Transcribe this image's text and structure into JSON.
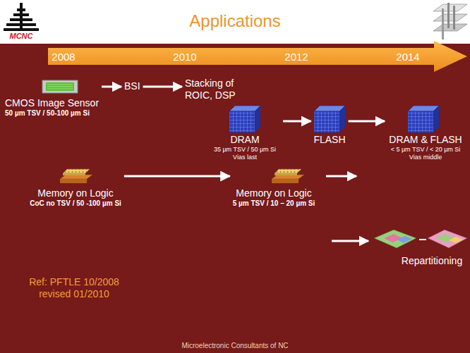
{
  "diagram": {
    "title": "Applications",
    "nodes": [
      {
        "text": [
          "CMOS Image Sensor",
          "50 µm TSV / 50-100 µm Si"
        ]
      },
      {
        "text": [
          "BSI"
        ]
      },
      {
        "text": [
          "Stacking of ROIC, DSP"
        ]
      },
      {
        "text": [
          "DRAM",
          "35 µm TSV / 50 µm Si Vias last"
        ]
      },
      {
        "text": [
          "FLASH"
        ]
      },
      {
        "text": [
          "DRAM & FLASH",
          "< 5 µm TSV / < 20 µm Si Vias middle"
        ]
      },
      {
        "text": [
          "Memory on Logic",
          "CoC no TSV / 50 -100 µm Si"
        ]
      },
      {
        "text": [
          "Memory on Logic",
          "5 µm TSV / 10 – 20 µm Si"
        ]
      },
      {
        "text": [
          "Repartitioning"
        ]
      }
    ],
    "edges": [
      {
        "from": 0,
        "to": 1,
        "arrow": "to"
      },
      {
        "from": 1,
        "to": 2,
        "arrow": "to"
      },
      {
        "from": 3,
        "to": 4,
        "arrow": "to"
      },
      {
        "from": 4,
        "to": 5,
        "arrow": "to"
      },
      {
        "from": 6,
        "to": 7,
        "arrow": "to"
      }
    ],
    "labels": [
      "MCNC",
      "2008",
      "2010",
      "2012",
      "2014",
      "Ref: PFTLE 10/2008 revised 01/2010",
      "Microelectronic Consultants of NC"
    ]
  }
}
